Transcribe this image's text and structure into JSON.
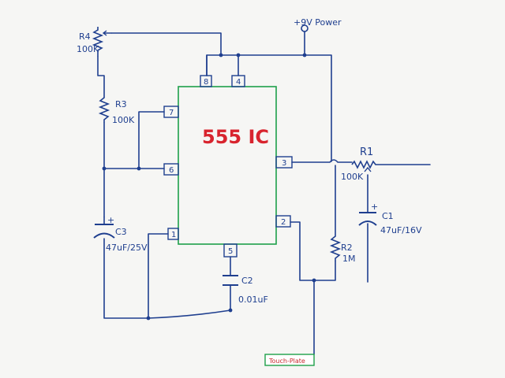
{
  "colors": {
    "paper": "#f6f6f4",
    "ink": "#1f3f8f",
    "ic_outline": "#1ea04a",
    "ic_title": "#d8242e",
    "touch_plate_border": "#1ea04a",
    "touch_plate_text": "#c8282e"
  },
  "ic": {
    "title": "555 IC",
    "pins": {
      "p8": "8",
      "p4": "4",
      "p7": "7",
      "p6": "6",
      "p1": "1",
      "p5": "5",
      "p3": "3",
      "p2": "2"
    }
  },
  "power": {
    "label": "+9V Power"
  },
  "components": {
    "r4": {
      "name": "R4",
      "value": "100K"
    },
    "r3": {
      "name": "R3",
      "value": "100K"
    },
    "c3": {
      "name": "C3",
      "value": "47uF/25V",
      "polarity": "+"
    },
    "c2": {
      "name": "C2",
      "value": "0.01uF"
    },
    "r2": {
      "name": "R2",
      "value": "1M"
    },
    "r1": {
      "name": "R1",
      "value": "100K"
    },
    "c1": {
      "name": "C1",
      "value": "47uF/16V",
      "polarity": "+"
    }
  },
  "touch_plate": {
    "label": "Touch-Plate"
  }
}
